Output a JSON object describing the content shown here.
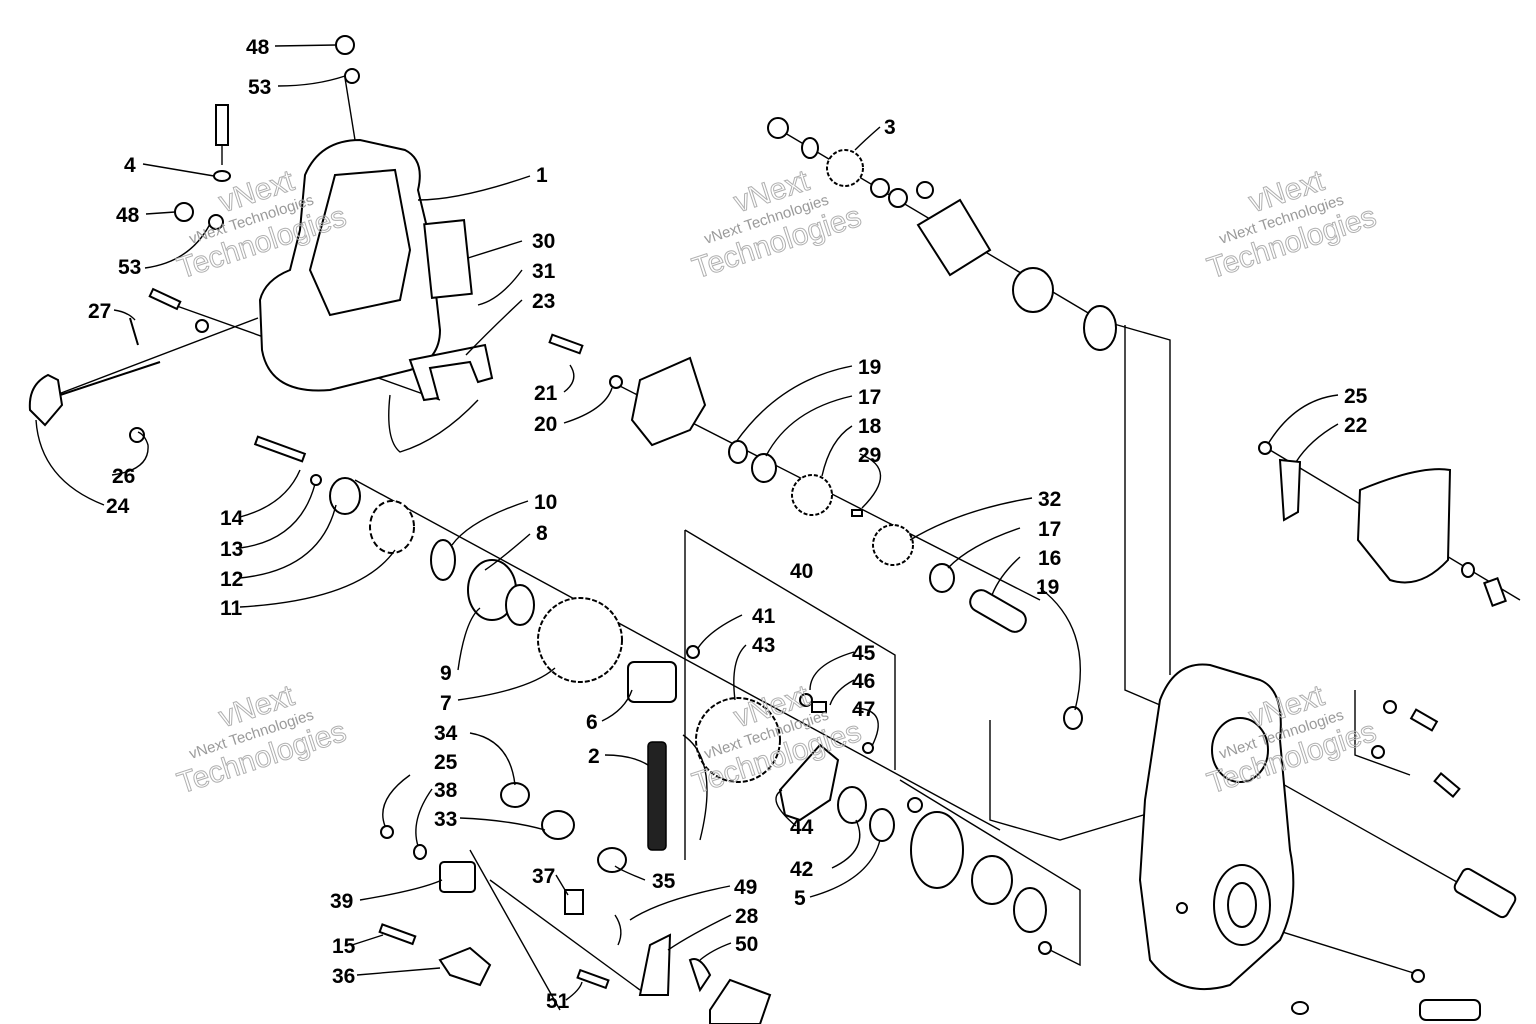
{
  "diagram": {
    "watermarks": [
      {
        "line1": "vNext",
        "line2": "vNext Technologies",
        "line3": "Technologies"
      },
      {
        "line1": "vNext",
        "line2": "vNext Technologies",
        "line3": "Technologies"
      },
      {
        "line1": "vNext",
        "line2": "vNext Technologies",
        "line3": "Technologies"
      },
      {
        "line1": "vNext",
        "line2": "vNext Technologies",
        "line3": "Technologies"
      },
      {
        "line1": "vNext",
        "line2": "vNext Technologies",
        "line3": "Technologies"
      },
      {
        "line1": "vNext",
        "line2": "vNext Technologies",
        "line3": "Technologies"
      }
    ],
    "labels": [
      "48",
      "53",
      "4",
      "48",
      "53",
      "1",
      "30",
      "31",
      "23",
      "27",
      "26",
      "24",
      "3",
      "21",
      "20",
      "19",
      "17",
      "18",
      "29",
      "25",
      "22",
      "14",
      "13",
      "12",
      "11",
      "10",
      "8",
      "9",
      "7",
      "32",
      "17",
      "16",
      "19",
      "40",
      "41",
      "43",
      "45",
      "46",
      "47",
      "6",
      "2",
      "34",
      "25",
      "38",
      "33",
      "44",
      "42",
      "5",
      "35",
      "39",
      "37",
      "49",
      "28",
      "50",
      "15",
      "36",
      "51"
    ]
  }
}
